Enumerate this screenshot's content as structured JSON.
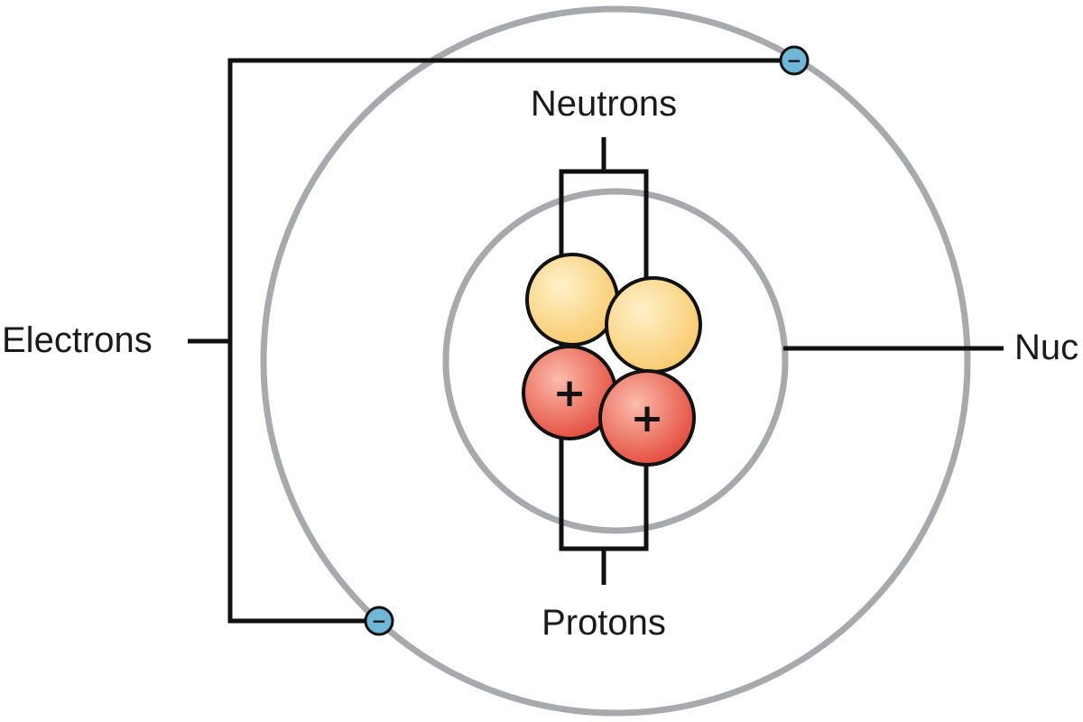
{
  "labels": {
    "electrons": "Electrons",
    "neutrons": "Neutrons",
    "protons": "Protons",
    "nucleus": "Nuc"
  },
  "particles": {
    "proton_sign": "+",
    "electron_sign": "−"
  },
  "colors": {
    "orbit": "#a7a9ac",
    "line": "#111111",
    "neutron_fill": "#f8c96b",
    "neutron_highlight": "#fff1c9",
    "proton_fill": "#e3493a",
    "proton_highlight": "#fbbcab",
    "electron_fill": "#6fb7d6"
  },
  "icons": {
    "neutron": "neutron-sphere-icon",
    "proton": "proton-sphere-icon",
    "electron": "electron-dot-icon"
  }
}
